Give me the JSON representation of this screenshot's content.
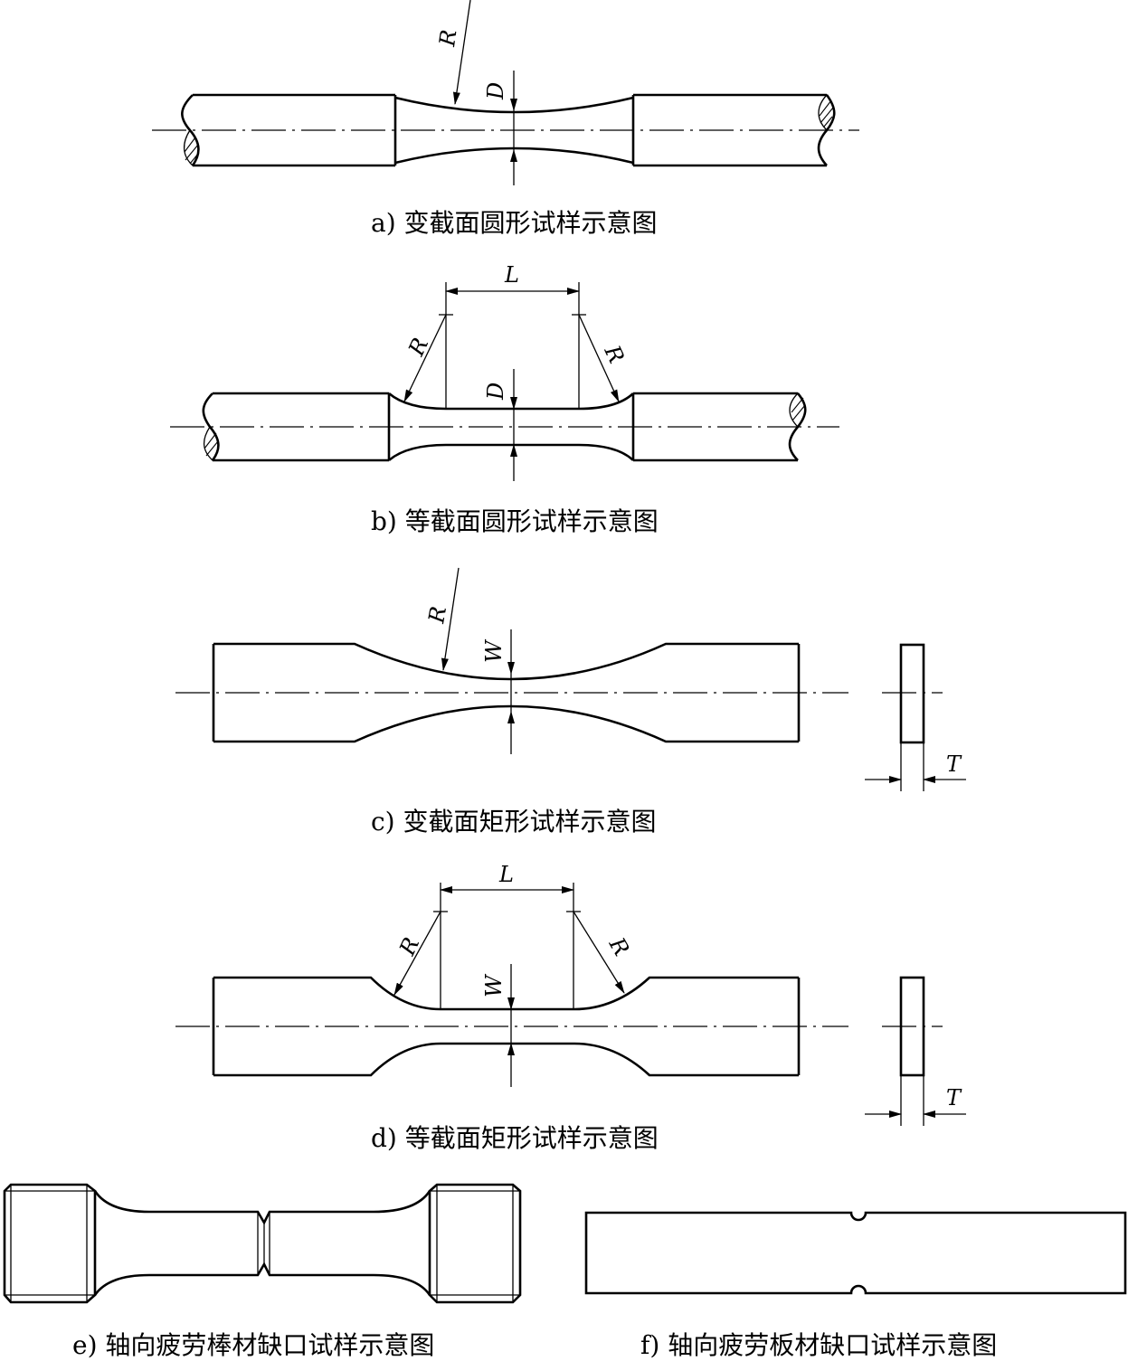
{
  "figures": {
    "a": {
      "caption": "a) 变截面圆形试样示意图",
      "radius_label": "R",
      "diameter_label": "D"
    },
    "b": {
      "caption": "b) 等截面圆形试样示意图",
      "length_label": "L",
      "radius_label": "R",
      "diameter_label": "D"
    },
    "c": {
      "caption": "c) 变截面矩形试样示意图",
      "radius_label": "R",
      "width_label": "W",
      "thickness_label": "T"
    },
    "d": {
      "caption": "d) 等截面矩形试样示意图",
      "length_label": "L",
      "radius_label": "R",
      "width_label": "W",
      "thickness_label": "T"
    },
    "e": {
      "caption": "e) 轴向疲劳棒材缺口试样示意图"
    },
    "f": {
      "caption": "f) 轴向疲劳板材缺口试样示意图"
    }
  }
}
